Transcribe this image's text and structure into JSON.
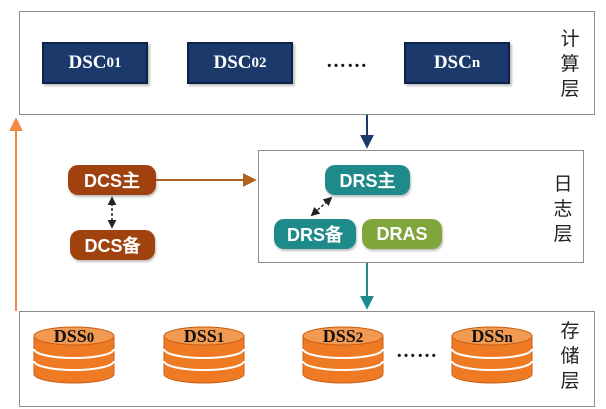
{
  "compute_layer": {
    "label_chars": [
      "计",
      "算",
      "层"
    ],
    "nodes": [
      {
        "label": "DSC",
        "sub": "01"
      },
      {
        "label": "DSC",
        "sub": "02"
      },
      {
        "label": "DSC",
        "sub": "n"
      }
    ],
    "ellipsis": "……"
  },
  "log_layer": {
    "label_chars": [
      "日",
      "志",
      "层"
    ],
    "drs_primary": "DRS主",
    "drs_backup": "DRS备",
    "dras": "DRAS"
  },
  "dcs": {
    "primary": "DCS主",
    "backup": "DCS备"
  },
  "storage_layer": {
    "label_chars": [
      "存",
      "储",
      "层"
    ],
    "nodes": [
      {
        "label": "DSS",
        "sub": "0"
      },
      {
        "label": "DSS",
        "sub": "1"
      },
      {
        "label": "DSS",
        "sub": "2"
      },
      {
        "label": "DSS",
        "sub": "n"
      }
    ],
    "ellipsis": "……"
  },
  "colors": {
    "dsc_fill": "#1b3a6b",
    "dcs_fill": "#a0420d",
    "drs_fill": "#1f8a8a",
    "dras_fill": "#7fa53b",
    "dss_fill": "#ef7a24",
    "arrow_compute_to_log": "#1b3a6b",
    "arrow_dcs_to_log": "#b2621e",
    "arrow_log_to_storage": "#1f8a8a",
    "arrow_storage_to_compute": "#f08a40"
  }
}
